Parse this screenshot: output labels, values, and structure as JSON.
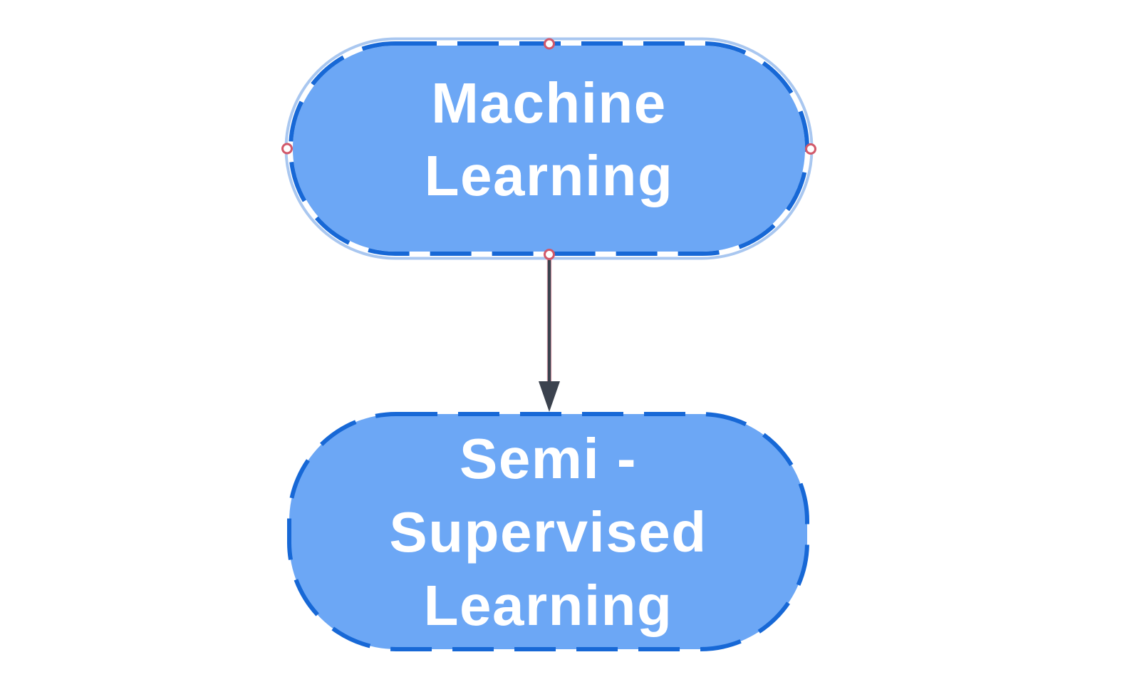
{
  "diagram": {
    "background": "#ffffff",
    "colors": {
      "node_fill": "#6ca7f5",
      "node_border": "#1768d6",
      "selection_halo": "#a9c7f0",
      "handle_fill": "#ffffff",
      "handle_ring": "#d2596a",
      "arrow": "#3b424e",
      "edge_highlight": "#e1607a",
      "label_text": "#ffffff"
    },
    "nodes": [
      {
        "id": "machine-learning",
        "label": "Machine Learning",
        "lines": [
          "Machine",
          "Learning"
        ],
        "selected": true
      },
      {
        "id": "semi-supervised-learning",
        "label": "Semi - Supervised Learning",
        "lines": [
          "Semi -",
          "Supervised",
          "Learning"
        ],
        "selected": false
      }
    ],
    "edges": [
      {
        "from": "machine-learning",
        "to": "semi-supervised-learning",
        "direction": "down",
        "style": "solid-arrow"
      }
    ]
  }
}
